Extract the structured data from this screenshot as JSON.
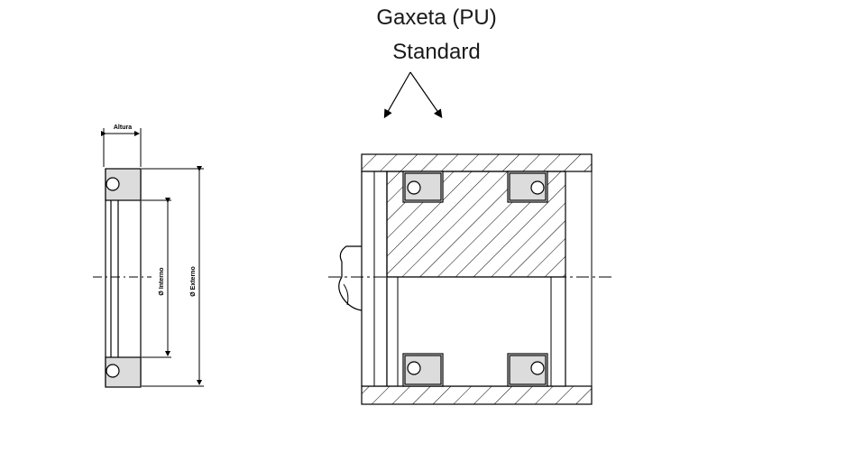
{
  "title": {
    "line1": "Gaxeta (PU)",
    "line2": "Standard"
  },
  "labels": {
    "height": "Altura",
    "inner_diameter": "Ø Interno",
    "outer_diameter": "Ø Externo"
  },
  "colors": {
    "seal_fill": "#dcdcdc",
    "line": "#000000"
  }
}
